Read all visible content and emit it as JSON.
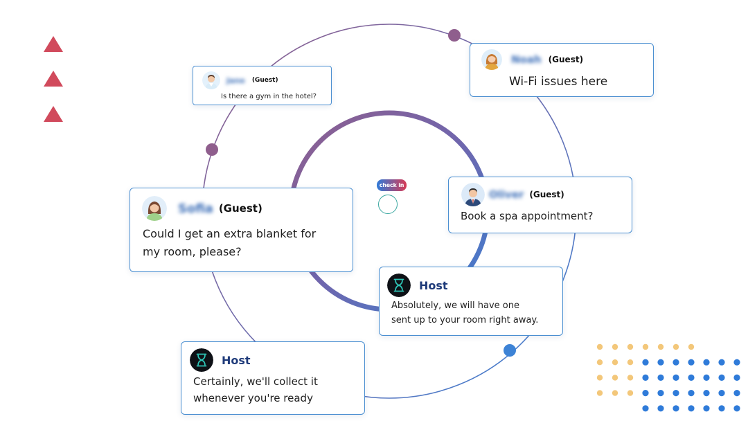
{
  "guests": [
    {
      "key": "jane",
      "name": "Jane",
      "role": "(Guest)",
      "message": "Is there a gym in the hotel?",
      "avatar": "male-doctor-avatar"
    },
    {
      "key": "noah",
      "name": "Noah",
      "role": "(Guest)",
      "message": "Wi-Fi issues here",
      "avatar": "female-guest-avatar"
    },
    {
      "key": "sofia",
      "name": "Sofia",
      "role": "(Guest)",
      "message_line1": "Could I get an extra blanket for",
      "message_line2": "my room, please?",
      "avatar": "female-guest-avatar"
    },
    {
      "key": "oliver",
      "name": "Oliver",
      "role": "(Guest)",
      "message": "Book a spa appointment?",
      "avatar": "businessman-avatar"
    }
  ],
  "hosts": [
    {
      "name": "Host",
      "line1": "Absolutely, we will have one",
      "line2": "sent up to your room right away.",
      "avatar": "hourglass-icon"
    },
    {
      "name": "Host",
      "line1": "Certainly, we'll collect it",
      "line2": "whenever you're ready",
      "avatar": "hourglass-icon"
    }
  ],
  "brand": {
    "logo_text": "check in"
  },
  "colors": {
    "accent_blue": "#3d83d6",
    "accent_purple": "#8f5e8d",
    "triangle_red": "#d14a5c",
    "dot_yellow": "#f3c77a",
    "dot_blue": "#2f7bd9"
  }
}
